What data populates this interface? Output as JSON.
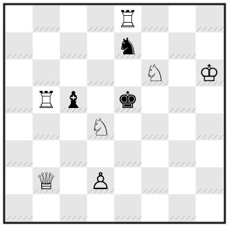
{
  "board": {
    "files": [
      "a",
      "b",
      "c",
      "d",
      "e",
      "f",
      "g",
      "h"
    ],
    "ranks": [
      8,
      7,
      6,
      5,
      4,
      3,
      2,
      1
    ],
    "light_square_color": "#ffffff",
    "dark_square_color": "#e6e6e6",
    "frame_color": "#1a1a1a",
    "pieces": [
      {
        "square": "e8",
        "piece": "rook",
        "color": "white",
        "glyph": "♖",
        "icon": "white-rook-icon"
      },
      {
        "square": "e7",
        "piece": "knight",
        "color": "black",
        "glyph": "♞",
        "icon": "black-knight-icon"
      },
      {
        "square": "f6",
        "piece": "knight",
        "color": "white",
        "glyph": "♘",
        "icon": "white-knight-icon"
      },
      {
        "square": "h6",
        "piece": "king",
        "color": "white",
        "glyph": "♔",
        "icon": "white-king-icon"
      },
      {
        "square": "b5",
        "piece": "rook",
        "color": "white",
        "glyph": "♖",
        "icon": "white-rook-icon"
      },
      {
        "square": "c5",
        "piece": "bishop",
        "color": "black",
        "glyph": "♝",
        "icon": "black-bishop-icon"
      },
      {
        "square": "e5",
        "piece": "king",
        "color": "black",
        "glyph": "♚",
        "icon": "black-king-icon"
      },
      {
        "square": "d4",
        "piece": "knight",
        "color": "white",
        "glyph": "♘",
        "icon": "white-knight-icon"
      },
      {
        "square": "b2",
        "piece": "queen",
        "color": "white",
        "glyph": "♕",
        "icon": "white-queen-icon"
      },
      {
        "square": "d2",
        "piece": "pawn",
        "color": "white",
        "glyph": "♙",
        "icon": "white-pawn-icon"
      }
    ]
  }
}
